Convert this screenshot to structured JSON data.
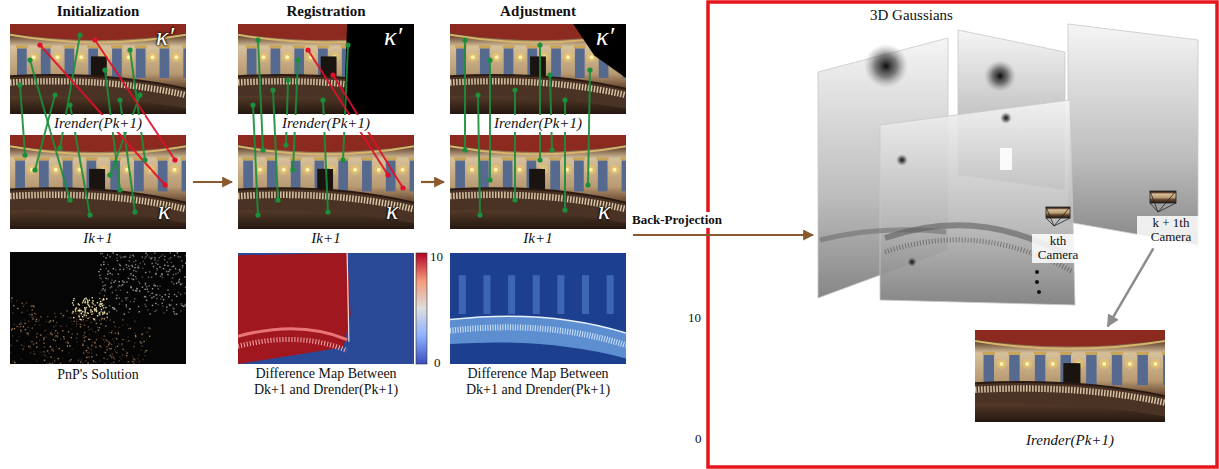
{
  "diagram": {
    "nodes": [
      {
        "text": [
          "Initialization",
          "κ′",
          "Irender(Pk+1)",
          "κ",
          "Ik+1",
          "PnP's Solution"
        ]
      },
      {
        "text": [
          "Registration",
          "κ′",
          "Irender(Pk+1)",
          "κ",
          "Ik+1",
          "Difference Map Between Dk+1 and Drender(Pk+1)"
        ]
      },
      {
        "text": [
          "Adjustment",
          "κ′",
          "Irender(Pk+1)",
          "κ",
          "Ik+1",
          "Difference Map Between Dk+1 and Drender(Pk+1)"
        ]
      },
      {
        "text": [
          "3D Gaussians"
        ]
      },
      {
        "text": [
          "k + 1th Camera"
        ],
        "in": 3
      },
      {
        "text": [
          "kth Camera"
        ],
        "in": 3
      },
      {
        "text": [
          "Irender(Pk+1)"
        ]
      }
    ],
    "edges": [
      {
        "from": 0,
        "to": 1,
        "arrow": "to"
      },
      {
        "from": 1,
        "to": 2,
        "arrow": "to"
      },
      {
        "from": 2,
        "to": 3,
        "label": "Back-Projection",
        "arrow": "to"
      },
      {
        "from": 4,
        "to": 6,
        "arrow": "to"
      }
    ],
    "labels": [
      "10",
      "0",
      "10",
      "0"
    ]
  }
}
